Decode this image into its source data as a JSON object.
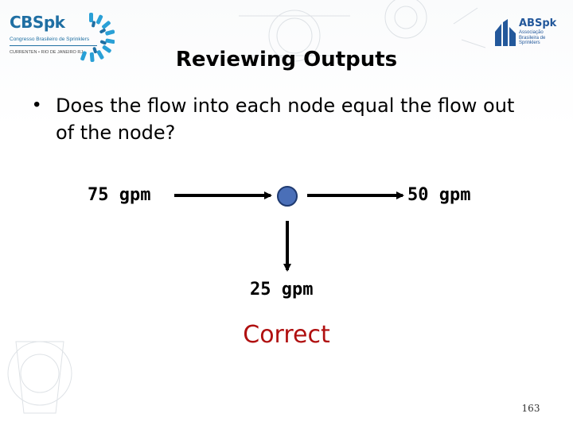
{
  "logos": {
    "left": {
      "name": "CBSpk",
      "subtitle": "Congresso Brasileiro de Sprinklers",
      "location": "CURRENTEN • RIO DE JANEIRO RJ"
    },
    "right": {
      "name": "ABSpk",
      "tagline": "Associação\nBrasileira de\nSprinklers"
    }
  },
  "slide": {
    "title": "Reviewing Outputs",
    "bullet": "Does the flow into each node equal the flow out of the node?",
    "page_number": "163"
  },
  "diagram": {
    "inflow_label": "75 gpm",
    "outflow_label": "50 gpm",
    "down_label": "25 gpm",
    "result": "Correct",
    "colors": {
      "node_fill": "#4a6fb8",
      "node_stroke": "#1f3a70",
      "arrow": "#000000",
      "result_text": "#b01010"
    }
  }
}
